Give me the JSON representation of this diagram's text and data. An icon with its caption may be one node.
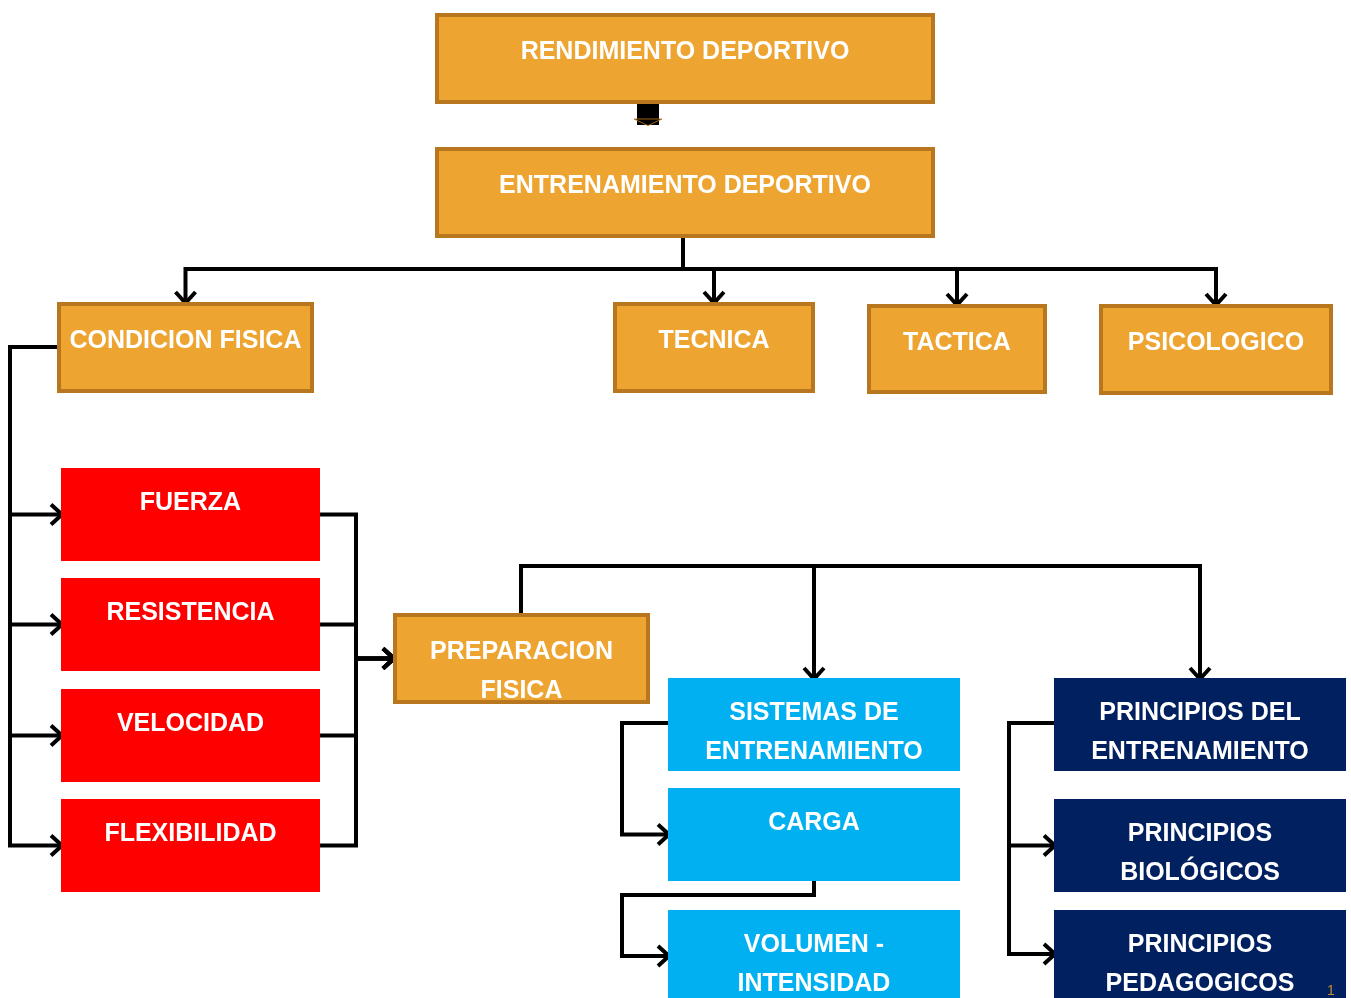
{
  "diagram": {
    "nodes": [
      {
        "text": [
          "RENDIMIENTO DEPORTIVO"
        ]
      },
      {
        "text": [
          "ENTRENAMIENTO DEPORTIVO"
        ]
      },
      {
        "text": [
          "CONDICION FISICA"
        ]
      },
      {
        "text": [
          "TECNICA"
        ]
      },
      {
        "text": [
          "TACTICA"
        ]
      },
      {
        "text": [
          "PSICOLOGICO"
        ]
      },
      {
        "text": [
          "FUERZA"
        ]
      },
      {
        "text": [
          "RESISTENCIA"
        ]
      },
      {
        "text": [
          "VELOCIDAD"
        ]
      },
      {
        "text": [
          "FLEXIBILIDAD"
        ]
      },
      {
        "text": [
          "PREPARACION FISICA"
        ]
      },
      {
        "text": [
          "SISTEMAS DE ENTRENAMIENTO"
        ]
      },
      {
        "text": [
          "CARGA"
        ]
      },
      {
        "text": [
          "VOLUMEN - INTENSIDAD"
        ]
      },
      {
        "text": [
          "PRINCIPIOS DEL ENTRENAMIENTO"
        ]
      },
      {
        "text": [
          "PRINCIPIOS BIOLÓGICOS"
        ]
      },
      {
        "text": [
          "PRINCIPIOS PEDAGOGICOS"
        ]
      }
    ],
    "edges": [
      {
        "from": 0,
        "to": 1,
        "arrow": "to",
        "style": "thick"
      },
      {
        "from": 1,
        "to": 2,
        "arrow": "to"
      },
      {
        "from": 1,
        "to": 3,
        "arrow": "to"
      },
      {
        "from": 1,
        "to": 4,
        "arrow": "to"
      },
      {
        "from": 1,
        "to": 5,
        "arrow": "to"
      },
      {
        "from": 2,
        "to": 6,
        "arrow": "to"
      },
      {
        "from": 2,
        "to": 7,
        "arrow": "to"
      },
      {
        "from": 2,
        "to": 8,
        "arrow": "to"
      },
      {
        "from": 2,
        "to": 9,
        "arrow": "to"
      },
      {
        "from": 6,
        "to": 10,
        "arrow": "to"
      },
      {
        "from": 7,
        "to": 10,
        "arrow": "to"
      },
      {
        "from": 8,
        "to": 10,
        "arrow": "to"
      },
      {
        "from": 9,
        "to": 10,
        "arrow": "to"
      },
      {
        "from": 10,
        "to": 11,
        "arrow": "to"
      },
      {
        "from": 10,
        "to": 14,
        "arrow": "to"
      },
      {
        "from": 11,
        "to": 12,
        "arrow": "to"
      },
      {
        "from": 12,
        "to": 13,
        "arrow": "to"
      },
      {
        "from": 14,
        "to": 15,
        "arrow": "to"
      },
      {
        "from": 14,
        "to": 16,
        "arrow": "to"
      }
    ],
    "labels": [
      "1"
    ]
  }
}
